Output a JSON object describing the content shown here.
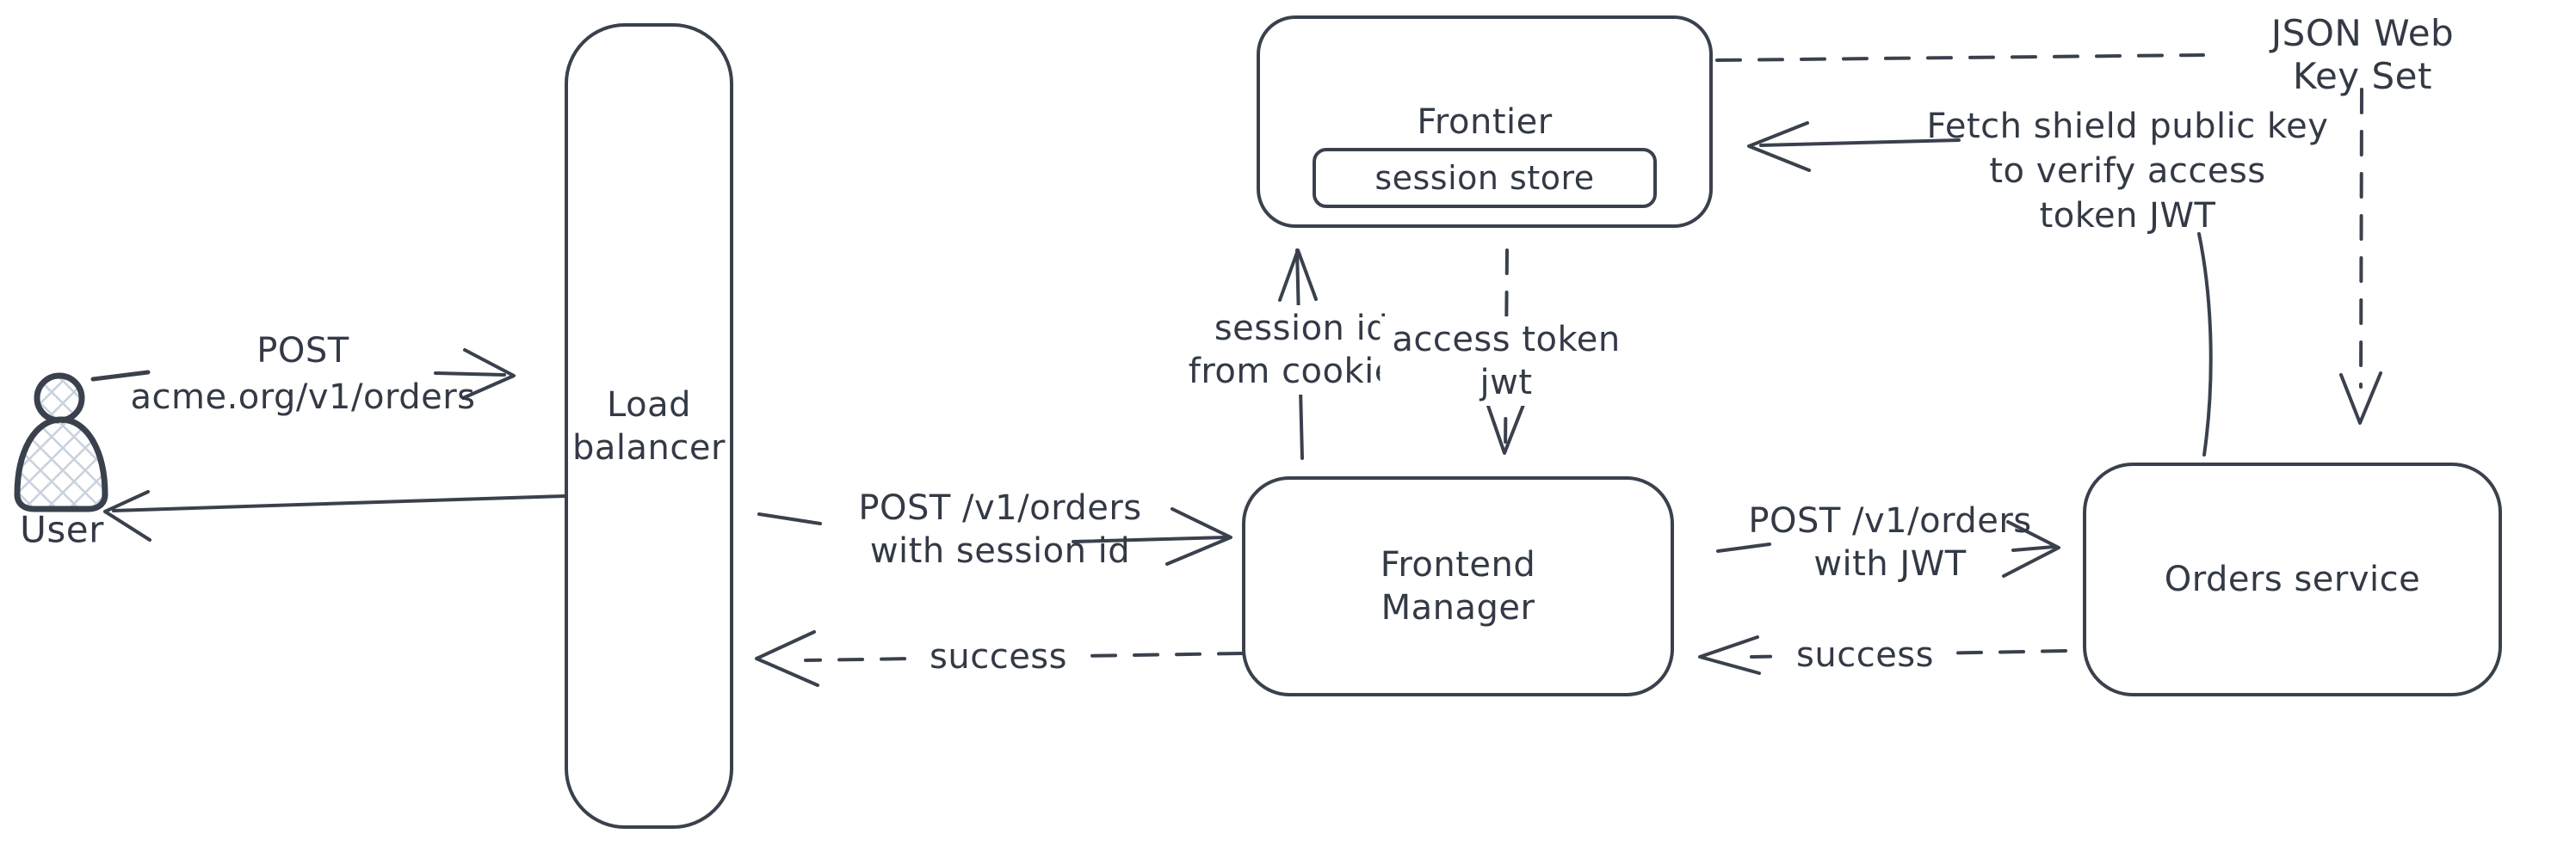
{
  "colors": {
    "stroke": "#3a414d",
    "text": "#333a46",
    "hatch": "#c9d3de",
    "bg": "#ffffff"
  },
  "nodes": {
    "user": {
      "label": "User"
    },
    "load_balancer": {
      "label": "Load\nbalancer"
    },
    "frontier": {
      "label": "Frontier"
    },
    "session_store": {
      "label": "session store"
    },
    "frontend_manager": {
      "label": "Frontend\nManager"
    },
    "orders_service": {
      "label": "Orders service"
    }
  },
  "edges": {
    "user_request": {
      "label": "POST\nacme.org/v1/orders"
    },
    "lb_request": {
      "label": "POST /v1/orders\nwith session id"
    },
    "lb_response": {
      "label": "success"
    },
    "session_lookup": {
      "label": "session id\nfrom cookies"
    },
    "access_token": {
      "label": "access token\njwt"
    },
    "orders_request": {
      "label": "POST /v1/orders\nwith JWT"
    },
    "orders_response": {
      "label": "success"
    },
    "jwks": {
      "label": "JSON Web Key Set"
    },
    "fetch_key": {
      "label": "Fetch shield public key\nto verify access\ntoken JWT"
    }
  }
}
